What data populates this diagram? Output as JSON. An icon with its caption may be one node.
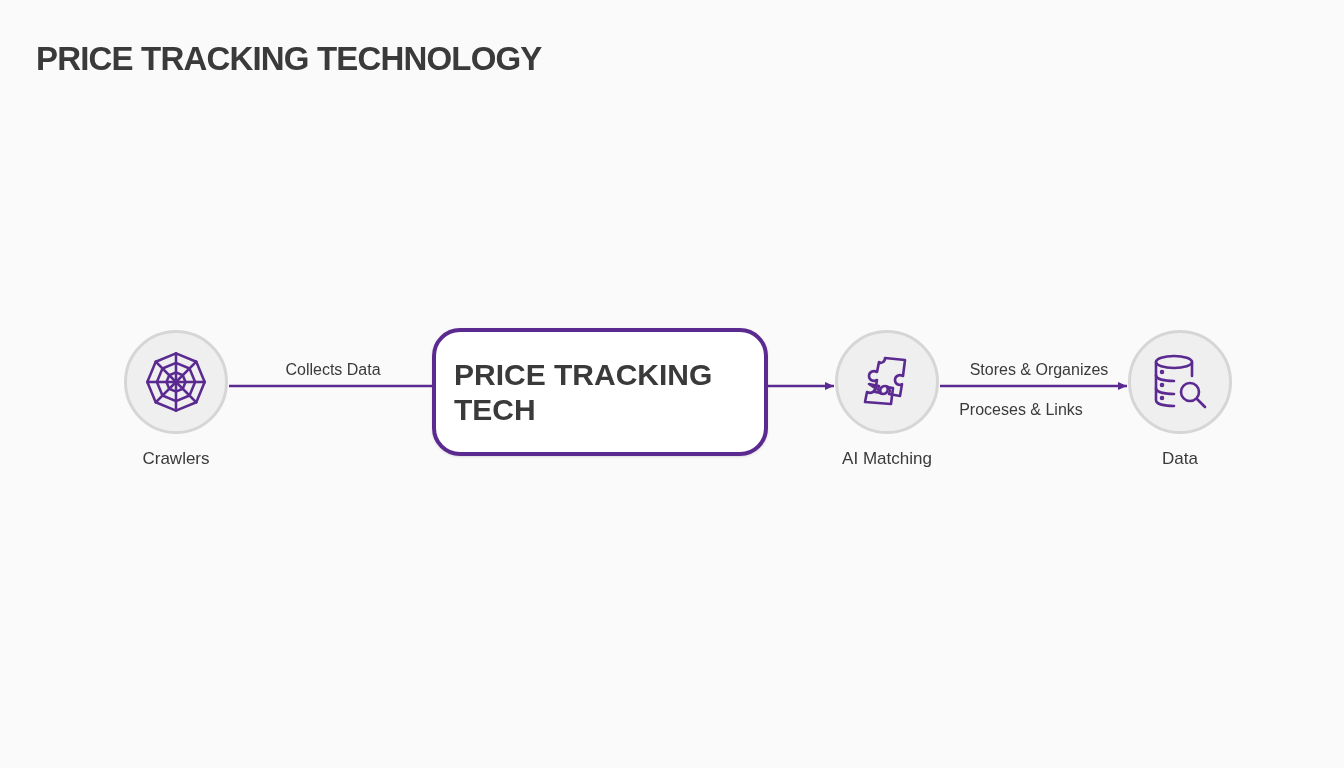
{
  "diagram": {
    "title": "PRICE TRACKING TECHNOLOGY",
    "nodes": [
      {
        "text": [
          "Crawlers"
        ]
      },
      {
        "text": [
          "PRICE TRACKING TECH"
        ]
      },
      {
        "text": [
          "AI Matching"
        ]
      },
      {
        "text": [
          "Data"
        ]
      }
    ],
    "edges": [
      {
        "from": 0,
        "to": 1,
        "arrow": "none",
        "label": "Collects Data"
      },
      {
        "from": 1,
        "to": 2,
        "arrow": "to"
      },
      {
        "from": 2,
        "to": 3,
        "arrow": "to",
        "label": "Stores & Organizes"
      }
    ],
    "labels": [
      "Proceses & Links"
    ]
  }
}
